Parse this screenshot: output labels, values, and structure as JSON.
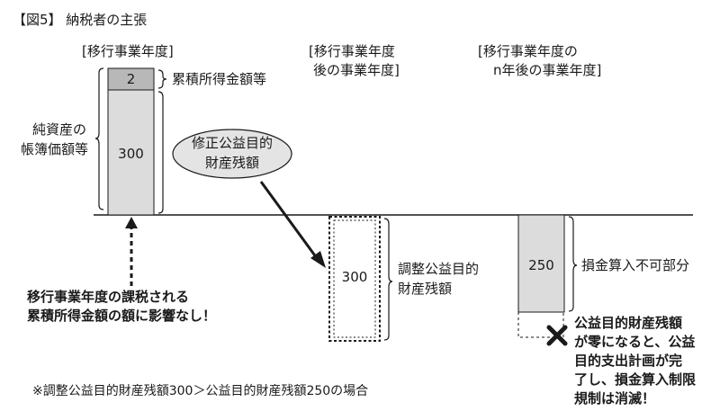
{
  "figure_title": "【図5】 納税者の主張",
  "columns": {
    "transfer_year": "[移行事業年度]",
    "next_year_line1": "[移行事業年度",
    "next_year_line2": "後の事業年度]",
    "n_year_line1": "[移行事業年度の",
    "n_year_line2": "n年後の事業年度]"
  },
  "bars": {
    "accumulated_income_value": "2",
    "accumulated_income_label": "累積所得金額等",
    "net_assets_value": "300",
    "net_assets_label_line1": "純資産の",
    "net_assets_label_line2": "帳簿価額等",
    "adjusted_value": "300",
    "adjusted_label_line1": "調整公益目的",
    "adjusted_label_line2": "財産残額",
    "nondeductible_value": "250",
    "nondeductible_label": "損金算入不可部分"
  },
  "bubble": {
    "line1": "修正公益目的",
    "line2": "財産残額"
  },
  "notes": {
    "no_impact_line1": "移行事業年度の課税される",
    "no_impact_line2": "累積所得金額の額に影響なし！",
    "extinguish_line1": "公益目的財産残額",
    "extinguish_line2": "が零になると、公益",
    "extinguish_line3": "目的支出計画が完",
    "extinguish_line4": "了し、損金算入制限",
    "extinguish_line5": "規制は消滅！",
    "footnote": "※調整公益目的財産残額300＞公益目的財産残額250の場合"
  },
  "colors": {
    "bar_fill": "#dcdcdc",
    "small_bar_fill": "#b8b8b8",
    "bubble_fill": "#e4e4e4",
    "line": "#1a1a1a"
  }
}
